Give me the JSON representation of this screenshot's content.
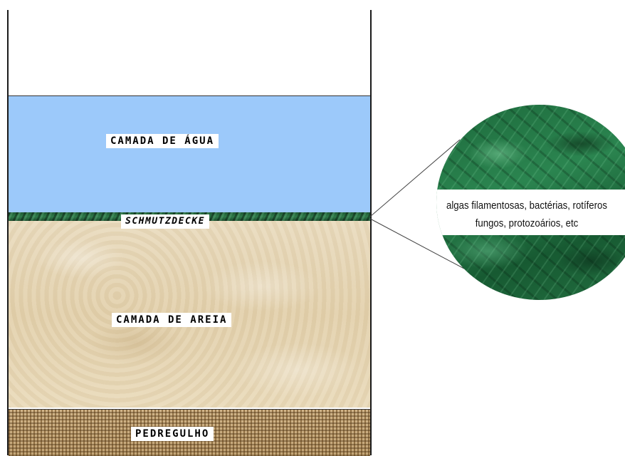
{
  "layers": {
    "water": "CAMADA DE ÁGUA",
    "schmutzdecke": "SCHMUTZDECKE",
    "sand": "CAMADA DE AREIA",
    "gravel": "PEDREGULHO"
  },
  "callout": {
    "line1": "algas filamentosas, bactérias, rotíferos",
    "line2": "fungos, protozoários, etc"
  },
  "colors": {
    "water": "#9cc9fa",
    "schmutzdecke": "#2e7a4a",
    "sand": "#e3d1ad",
    "gravel": "#c0a06a"
  }
}
